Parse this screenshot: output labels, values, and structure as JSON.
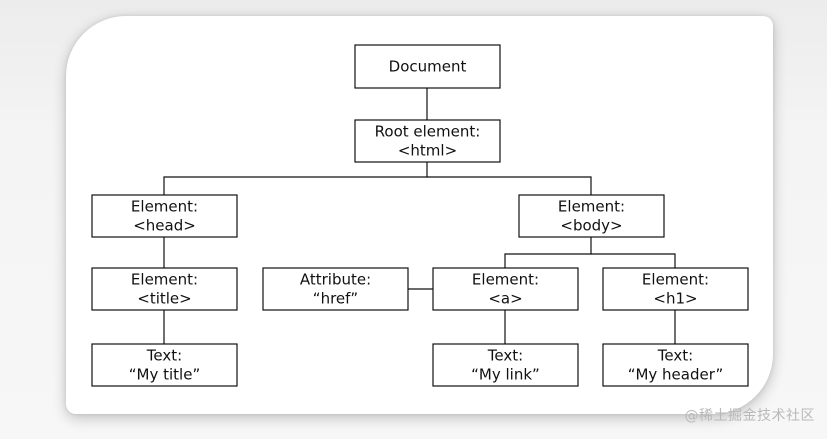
{
  "diagram": {
    "nodes": [
      {
        "id": "document",
        "lines": [
          "Document"
        ]
      },
      {
        "id": "root",
        "lines": [
          "Root element:",
          "<html>"
        ]
      },
      {
        "id": "head",
        "lines": [
          "Element:",
          "<head>"
        ]
      },
      {
        "id": "body",
        "lines": [
          "Element:",
          "<body>"
        ]
      },
      {
        "id": "title",
        "lines": [
          "Element:",
          "<title>"
        ]
      },
      {
        "id": "attribute",
        "lines": [
          "Attribute:",
          "“href”"
        ]
      },
      {
        "id": "a",
        "lines": [
          "Element:",
          "<a>"
        ]
      },
      {
        "id": "h1",
        "lines": [
          "Element:",
          "<h1>"
        ]
      },
      {
        "id": "text-title",
        "lines": [
          "Text:",
          "“My title”"
        ]
      },
      {
        "id": "text-link",
        "lines": [
          "Text:",
          "“My link”"
        ]
      },
      {
        "id": "text-header",
        "lines": [
          "Text:",
          "“My header”"
        ]
      }
    ],
    "edges": [
      [
        "document",
        "root"
      ],
      [
        "root",
        "head"
      ],
      [
        "root",
        "body"
      ],
      [
        "head",
        "title"
      ],
      [
        "title",
        "text-title"
      ],
      [
        "body",
        "a"
      ],
      [
        "body",
        "h1"
      ],
      [
        "attribute",
        "a"
      ],
      [
        "a",
        "text-link"
      ],
      [
        "h1",
        "text-header"
      ]
    ]
  },
  "watermark": "@稀土掘金技术社区"
}
